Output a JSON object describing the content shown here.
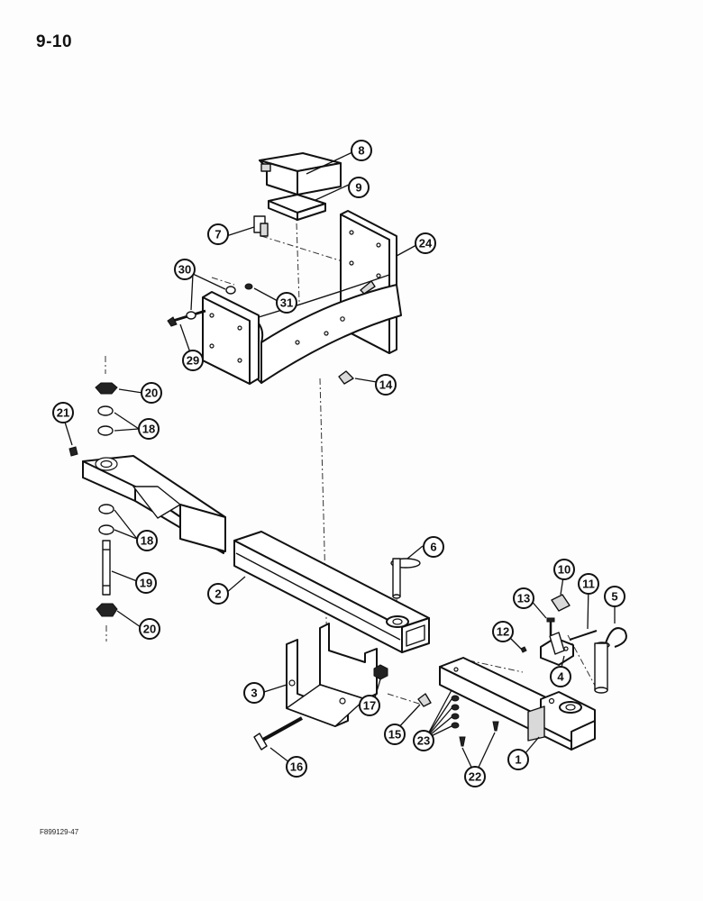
{
  "page": {
    "number": "9-10",
    "figure_code": "F899129-47"
  },
  "callouts": [
    {
      "id": "callout-1",
      "label": "1"
    },
    {
      "id": "callout-2",
      "label": "2"
    },
    {
      "id": "callout-3",
      "label": "3"
    },
    {
      "id": "callout-4",
      "label": "4"
    },
    {
      "id": "callout-5",
      "label": "5"
    },
    {
      "id": "callout-6",
      "label": "6"
    },
    {
      "id": "callout-7",
      "label": "7"
    },
    {
      "id": "callout-8",
      "label": "8"
    },
    {
      "id": "callout-9",
      "label": "9"
    },
    {
      "id": "callout-10",
      "label": "10"
    },
    {
      "id": "callout-11",
      "label": "11"
    },
    {
      "id": "callout-12",
      "label": "12"
    },
    {
      "id": "callout-13",
      "label": "13"
    },
    {
      "id": "callout-14",
      "label": "14"
    },
    {
      "id": "callout-15",
      "label": "15"
    },
    {
      "id": "callout-16",
      "label": "16"
    },
    {
      "id": "callout-17",
      "label": "17"
    },
    {
      "id": "callout-18a",
      "label": "18"
    },
    {
      "id": "callout-18b",
      "label": "18"
    },
    {
      "id": "callout-19",
      "label": "19"
    },
    {
      "id": "callout-20a",
      "label": "20"
    },
    {
      "id": "callout-20b",
      "label": "20"
    },
    {
      "id": "callout-21",
      "label": "21"
    },
    {
      "id": "callout-22",
      "label": "22"
    },
    {
      "id": "callout-23",
      "label": "23"
    },
    {
      "id": "callout-24",
      "label": "24"
    },
    {
      "id": "callout-29",
      "label": "29"
    },
    {
      "id": "callout-30",
      "label": "30"
    },
    {
      "id": "callout-31",
      "label": "31"
    }
  ]
}
